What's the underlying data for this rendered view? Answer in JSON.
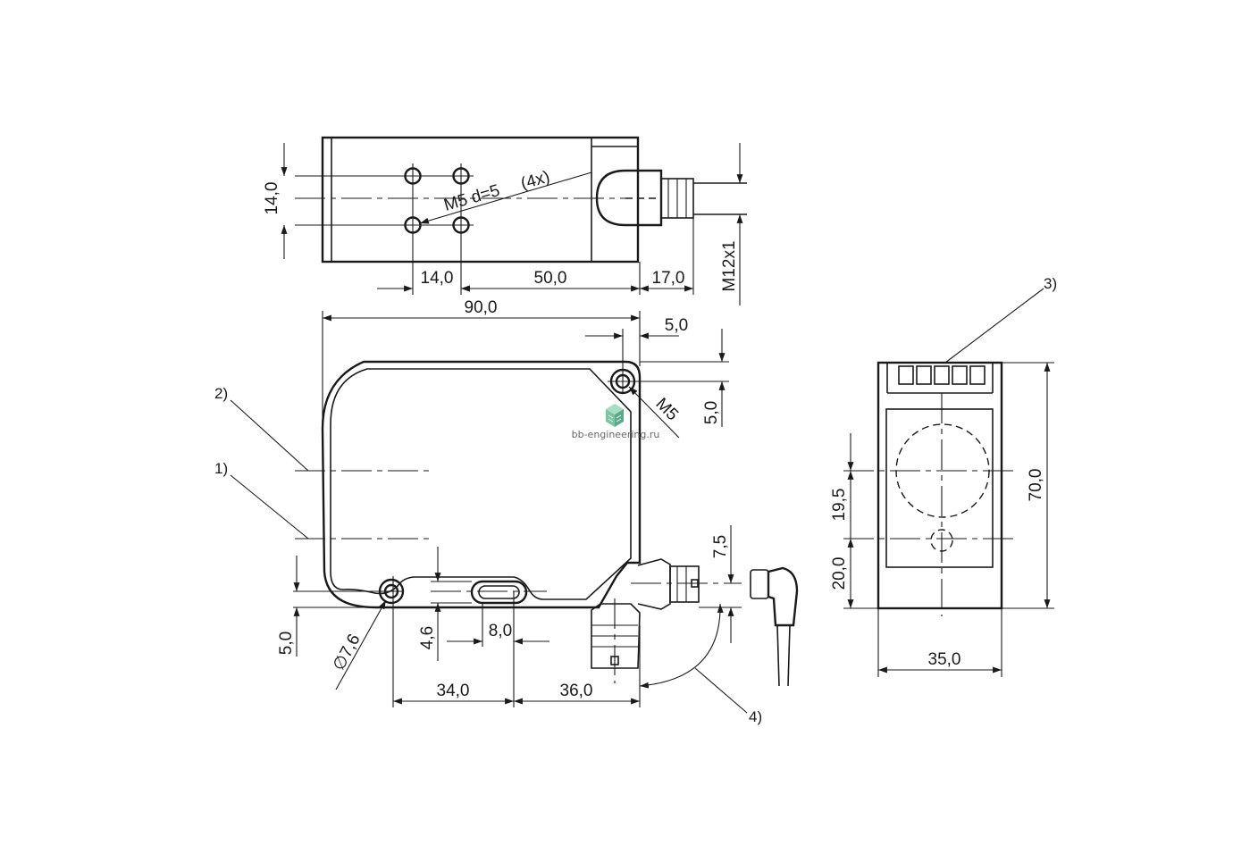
{
  "top_view": {
    "dim_height": "14,0",
    "dim_14": "14,0",
    "dim_50": "50,0",
    "dim_17": "17,0",
    "thread_connector": "M12x1",
    "thread_label": "M5 d=5",
    "thread_count": "(4x)"
  },
  "front_view": {
    "dim_total_width": "90,0",
    "dim_top_offset": "5,0",
    "dim_right_offset": "5,0",
    "mount_thread": "M5",
    "dim_bottom_left": "5,0",
    "dim_hole_dia": "∅7,6",
    "dim_slot_height": "4,6",
    "dim_slot_width": "8,0",
    "dim_34": "34,0",
    "dim_36": "36,0",
    "dim_connector": "7,5"
  },
  "side_view": {
    "dim_width": "35,0",
    "dim_height": "70,0",
    "dim_19_5": "19,5",
    "dim_20": "20,0"
  },
  "callouts": {
    "c1": "1)",
    "c2": "2)",
    "c3": "3)",
    "c4": "4)"
  },
  "watermark": {
    "text": "bb-engineering.ru",
    "accent_color": "#7cc4a4"
  }
}
